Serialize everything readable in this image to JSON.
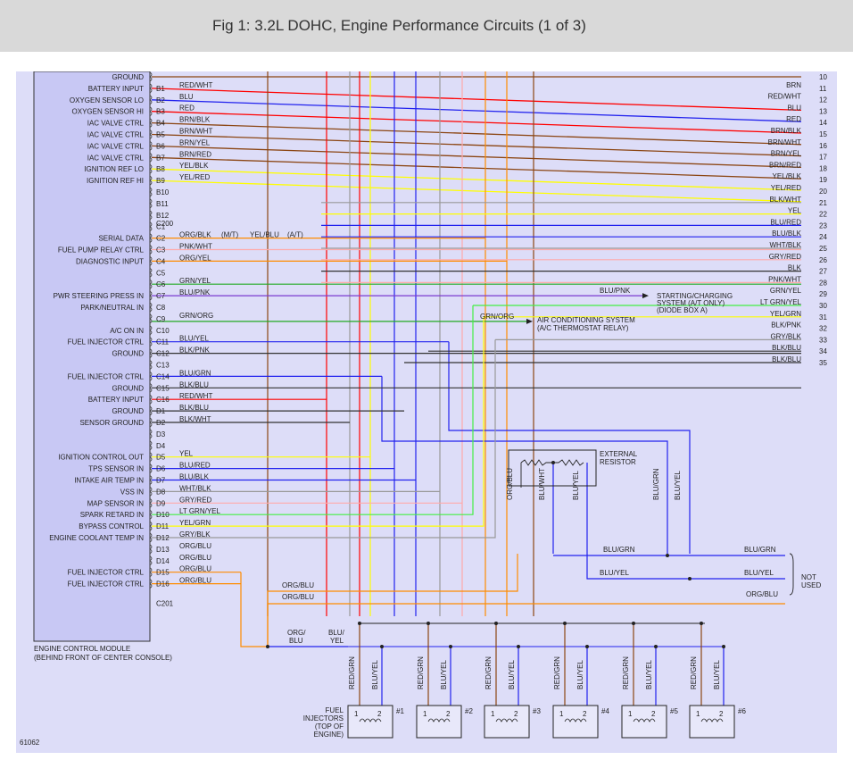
{
  "header": {
    "title": "Fig 1: 3.2L DOHC, Engine Performance Circuits (1 of 3)"
  },
  "colors": {
    "RED": "#ff0000",
    "BLU": "#2222ee",
    "BRN": "#8b4513",
    "YEL": "#ffff00",
    "GRN": "#22aa22",
    "LTGRN": "#44ee44",
    "ORG": "#ff8c00",
    "PNK": "#ffaaaa",
    "GRY": "#999999",
    "BLK": "#333333",
    "WHT": "#e0e0e0",
    "PPL": "#7a3ad0"
  },
  "ecm": {
    "label": "ENGINE CONTROL MODULE",
    "sublabel": "(BEHIND FRONT OF CENTER CONSOLE)",
    "connector_b": "C200",
    "connector_d": "C201"
  },
  "pins": [
    {
      "pin": "",
      "name": "GROUND",
      "wire": "",
      "color": "BLK"
    },
    {
      "pin": "B1",
      "name": "BATTERY INPUT",
      "wire": "RED/WHT",
      "color": "RED"
    },
    {
      "pin": "B2",
      "name": "OXYGEN SENSOR LO",
      "wire": "BLU",
      "color": "BLU"
    },
    {
      "pin": "B3",
      "name": "OXYGEN SENSOR HI",
      "wire": "RED",
      "color": "RED"
    },
    {
      "pin": "B4",
      "name": "IAC VALVE CTRL",
      "wire": "BRN/BLK",
      "color": "BRN"
    },
    {
      "pin": "B5",
      "name": "IAC VALVE CTRL",
      "wire": "BRN/WHT",
      "color": "BRN"
    },
    {
      "pin": "B6",
      "name": "IAC VALVE CTRL",
      "wire": "BRN/YEL",
      "color": "BRN"
    },
    {
      "pin": "B7",
      "name": "IAC VALVE CTRL",
      "wire": "BRN/RED",
      "color": "BRN"
    },
    {
      "pin": "B8",
      "name": "IGNITION REF LO",
      "wire": "YEL/BLK",
      "color": "YEL"
    },
    {
      "pin": "B9",
      "name": "IGNITION REF HI",
      "wire": "YEL/RED",
      "color": "YEL"
    },
    {
      "pin": "B10",
      "name": "",
      "wire": "",
      "color": ""
    },
    {
      "pin": "B11",
      "name": "",
      "wire": "",
      "color": ""
    },
    {
      "pin": "B12",
      "name": "",
      "wire": "",
      "color": ""
    },
    {
      "pin": "C1",
      "name": "",
      "wire": "",
      "color": ""
    },
    {
      "pin": "C2",
      "name": "SERIAL DATA",
      "wire": "ORG/BLK",
      "color": "ORG"
    },
    {
      "pin": "C3",
      "name": "FUEL PUMP RELAY CTRL",
      "wire": "PNK/WHT",
      "color": "PNK"
    },
    {
      "pin": "C4",
      "name": "DIAGNOSTIC INPUT",
      "wire": "ORG/YEL",
      "color": "ORG"
    },
    {
      "pin": "C5",
      "name": "",
      "wire": "",
      "color": ""
    },
    {
      "pin": "C6",
      "name": "",
      "wire": "GRN/YEL",
      "color": "GRN"
    },
    {
      "pin": "C7",
      "name": "PWR STEERING PRESS IN",
      "wire": "BLU/PNK",
      "color": "PPL"
    },
    {
      "pin": "C8",
      "name": "PARK/NEUTRAL IN",
      "wire": "",
      "color": ""
    },
    {
      "pin": "C9",
      "name": "",
      "wire": "GRN/ORG",
      "color": "GRN"
    },
    {
      "pin": "C10",
      "name": "A/C ON IN",
      "wire": "",
      "color": ""
    },
    {
      "pin": "C11",
      "name": "FUEL INJECTOR CTRL",
      "wire": "BLU/YEL",
      "color": "BLU"
    },
    {
      "pin": "C12",
      "name": "GROUND",
      "wire": "BLK/PNK",
      "color": "BLK"
    },
    {
      "pin": "C13",
      "name": "",
      "wire": "",
      "color": ""
    },
    {
      "pin": "C14",
      "name": "FUEL INJECTOR CTRL",
      "wire": "BLU/GRN",
      "color": "BLU"
    },
    {
      "pin": "C15",
      "name": "GROUND",
      "wire": "BLK/BLU",
      "color": "BLK"
    },
    {
      "pin": "C16",
      "name": "BATTERY INPUT",
      "wire": "RED/WHT",
      "color": "RED"
    },
    {
      "pin": "D1",
      "name": "GROUND",
      "wire": "BLK/BLU",
      "color": "BLK"
    },
    {
      "pin": "D2",
      "name": "SENSOR GROUND",
      "wire": "BLK/WHT",
      "color": "BLK"
    },
    {
      "pin": "D3",
      "name": "",
      "wire": "",
      "color": ""
    },
    {
      "pin": "D4",
      "name": "",
      "wire": "",
      "color": ""
    },
    {
      "pin": "D5",
      "name": "IGNITION CONTROL OUT",
      "wire": "YEL",
      "color": "YEL"
    },
    {
      "pin": "D6",
      "name": "TPS SENSOR IN",
      "wire": "BLU/RED",
      "color": "BLU"
    },
    {
      "pin": "D7",
      "name": "INTAKE AIR TEMP IN",
      "wire": "BLU/BLK",
      "color": "BLU"
    },
    {
      "pin": "D8",
      "name": "VSS IN",
      "wire": "WHT/BLK",
      "color": "GRY"
    },
    {
      "pin": "D9",
      "name": "MAP SENSOR IN",
      "wire": "GRY/RED",
      "color": "PNK"
    },
    {
      "pin": "D10",
      "name": "SPARK RETARD IN",
      "wire": "LT GRN/YEL",
      "color": "LTGRN"
    },
    {
      "pin": "D11",
      "name": "BYPASS CONTROL",
      "wire": "YEL/GRN",
      "color": "YEL"
    },
    {
      "pin": "D12",
      "name": "ENGINE COOLANT TEMP IN",
      "wire": "GRY/BLK",
      "color": "GRY"
    },
    {
      "pin": "D13",
      "name": "",
      "wire": "ORG/BLU",
      "color": "ORG"
    },
    {
      "pin": "D14",
      "name": "",
      "wire": "ORG/BLU",
      "color": "ORG"
    },
    {
      "pin": "D15",
      "name": "FUEL INJECTOR CTRL",
      "wire": "ORG/BLU",
      "color": "ORG"
    },
    {
      "pin": "D16",
      "name": "FUEL INJECTOR CTRL",
      "wire": "ORG/BLU",
      "color": "ORG"
    }
  ],
  "mt_label": "(M/T)",
  "at_label": "(A/T)",
  "yel_blu": "YEL/BLU",
  "right_wires": [
    {
      "num": "10",
      "label": ""
    },
    {
      "num": "11",
      "label": "BRN"
    },
    {
      "num": "12",
      "label": "RED/WHT"
    },
    {
      "num": "13",
      "label": "BLU"
    },
    {
      "num": "14",
      "label": "RED"
    },
    {
      "num": "15",
      "label": "BRN/BLK"
    },
    {
      "num": "16",
      "label": "BRN/WHT"
    },
    {
      "num": "17",
      "label": "BRN/YEL"
    },
    {
      "num": "18",
      "label": "BRN/RED"
    },
    {
      "num": "19",
      "label": "YEL/BLK"
    },
    {
      "num": "20",
      "label": "YEL/RED"
    },
    {
      "num": "21",
      "label": "BLK/WHT"
    },
    {
      "num": "22",
      "label": "YEL"
    },
    {
      "num": "23",
      "label": "BLU/RED"
    },
    {
      "num": "24",
      "label": "BLU/BLK"
    },
    {
      "num": "25",
      "label": "WHT/BLK"
    },
    {
      "num": "26",
      "label": "GRY/RED"
    },
    {
      "num": "27",
      "label": "BLK"
    },
    {
      "num": "28",
      "label": "PNK/WHT"
    },
    {
      "num": "29",
      "label": "GRN/YEL"
    },
    {
      "num": "30",
      "label": "LT GRN/YEL"
    },
    {
      "num": "31",
      "label": "YEL/GRN"
    },
    {
      "num": "32",
      "label": "BLK/PNK"
    },
    {
      "num": "33",
      "label": "GRY/BLK"
    },
    {
      "num": "34",
      "label": "BLK/BLU"
    },
    {
      "num": "35",
      "label": "BLK/BLU"
    }
  ],
  "blu_pnk": "BLU/PNK",
  "starting": [
    "STARTING/CHARGING",
    "SYSTEM (A/T ONLY)",
    "(DIODE BOX A)"
  ],
  "grn_org": "GRN/ORG",
  "ac_sys": [
    "AIR CONDITIONING SYSTEM",
    "(A/C THERMOSTAT RELAY)"
  ],
  "ext_resistor": [
    "EXTERNAL",
    "RESISTOR"
  ],
  "res_wires": {
    "left": "ORG/BLU",
    "blu_grn": "BLU/GRN",
    "blu_wht": "BLU/WHT",
    "blu_yel": "BLU/YEL"
  },
  "not_used": [
    "NOT",
    "USED"
  ],
  "org_blu_labels": [
    "ORG/BLU",
    "ORG/BLU",
    "ORG/BLU"
  ],
  "org_blu_small": [
    "ORG/",
    "BLU"
  ],
  "blu_yel_small": [
    "BLU/",
    "YEL"
  ],
  "blu_grn_label": "BLU/GRN",
  "blu_yel_label": "BLU/YEL",
  "injectors": [
    {
      "num": "#1",
      "a": "RED/GRN",
      "b": "BLU/YEL"
    },
    {
      "num": "#2",
      "a": "RED/GRN",
      "b": "BLU/YEL"
    },
    {
      "num": "#3",
      "a": "RED/GRN",
      "b": "BLU/YEL"
    },
    {
      "num": "#4",
      "a": "RED/GRN",
      "b": "BLU/YEL"
    },
    {
      "num": "#5",
      "a": "RED/GRN",
      "b": "BLU/YEL"
    },
    {
      "num": "#6",
      "a": "RED/GRN",
      "b": "BLU/YEL"
    }
  ],
  "pin_nums": [
    "1",
    "2"
  ],
  "fuel_inj_label": [
    "FUEL",
    "INJECTORS",
    "(TOP OF",
    "ENGINE)"
  ],
  "code": "61062"
}
